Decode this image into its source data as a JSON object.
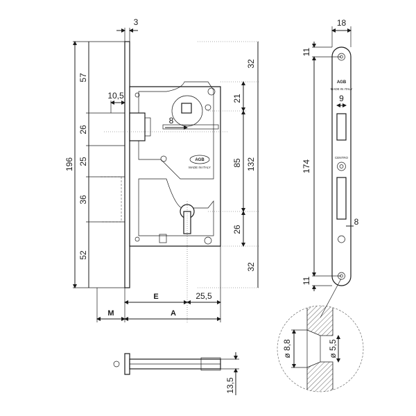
{
  "front": {
    "faceplate_thickness": "3",
    "backset_label": "A",
    "backset_e_label": "E",
    "front_m_label": "M",
    "latch_projection": "10,5",
    "handle_to_key": "25,5",
    "left_dims": {
      "top": "57",
      "latch": "26",
      "mid": "25",
      "cutout": "36",
      "bottom": "52",
      "total": "196"
    },
    "right_dims": {
      "top": "32",
      "spindle": "21",
      "center": "85",
      "inner": "132",
      "keyhole": "26",
      "bottom": "32"
    },
    "latch_width": "8",
    "logo_text": "AGB",
    "made_in": "MADE IN ITALY"
  },
  "strike": {
    "width": "18",
    "top_offset": "11",
    "window_width": "9",
    "hole_spacing": "174",
    "lower_window_width": "8",
    "bottom_offset": "11",
    "logo_text": "AGB",
    "made_in": "MADE IN ITALY",
    "centro_label": "CENTRO"
  },
  "detail": {
    "outer_diameter": "ø 8,8",
    "inner_diameter": "ø 5,5"
  },
  "bottom": {
    "height": "13,5"
  }
}
